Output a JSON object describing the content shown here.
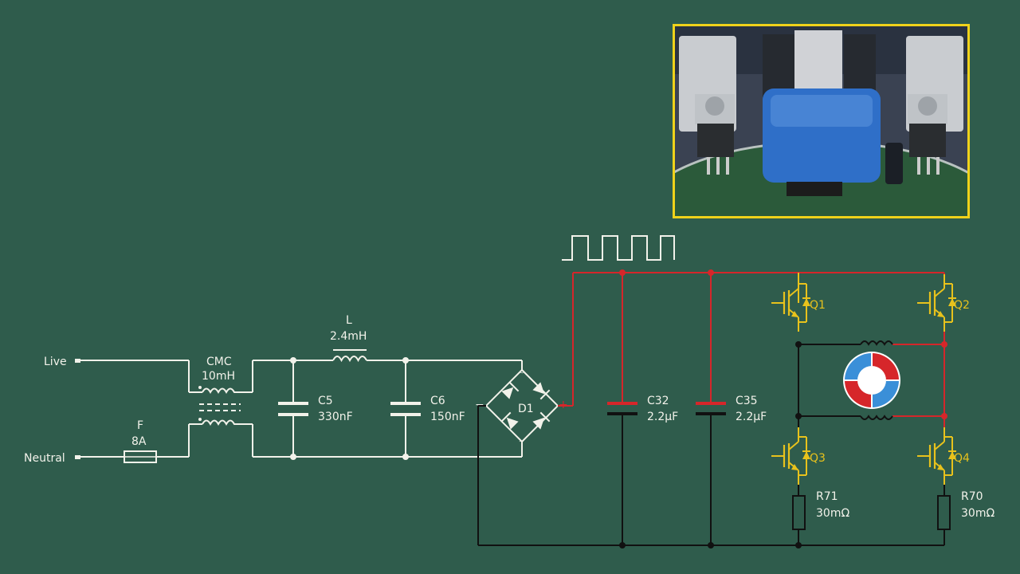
{
  "colors": {
    "background": "#2f5c4c",
    "wire": "#f2f2ea",
    "hot_wire": "#d6262a",
    "ground_wire": "#111111",
    "transistor": "#e8c21c",
    "photo_border": "#f0d21a"
  },
  "terminals": {
    "live": "Live",
    "neutral": "Neutral"
  },
  "fuse": {
    "ref": "F",
    "value": "8A"
  },
  "cmc": {
    "ref": "CMC",
    "value": "10mH"
  },
  "inductor": {
    "ref": "L",
    "value": "2.4mH"
  },
  "caps": [
    {
      "ref": "C5",
      "value": "330nF"
    },
    {
      "ref": "C6",
      "value": "150nF"
    },
    {
      "ref": "C32",
      "value": "2.2µF"
    },
    {
      "ref": "C35",
      "value": "2.2µF"
    }
  ],
  "bridge": {
    "ref": "D1",
    "minus": "−",
    "plus": "+",
    "tilde": "~"
  },
  "transistors": [
    "Q1",
    "Q2",
    "Q3",
    "Q4"
  ],
  "resistors": [
    {
      "ref": "R71",
      "value": "30mΩ"
    },
    {
      "ref": "R70",
      "value": "30mΩ"
    }
  ],
  "photo": {
    "icon": "pcb-photo"
  }
}
